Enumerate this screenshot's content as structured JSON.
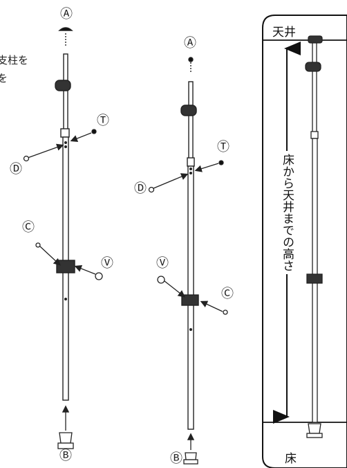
{
  "marks": {
    "a": "Ⓐ",
    "b": "Ⓑ",
    "c": "Ⓒ",
    "d": "Ⓓ",
    "t": "Ⓣ",
    "v": "Ⓥ"
  },
  "left_note": {
    "line1": "支柱を",
    "line2": "を"
  },
  "panel": {
    "ceiling": "天井",
    "floor": "床",
    "height_label": "床から天井までの高さ"
  }
}
